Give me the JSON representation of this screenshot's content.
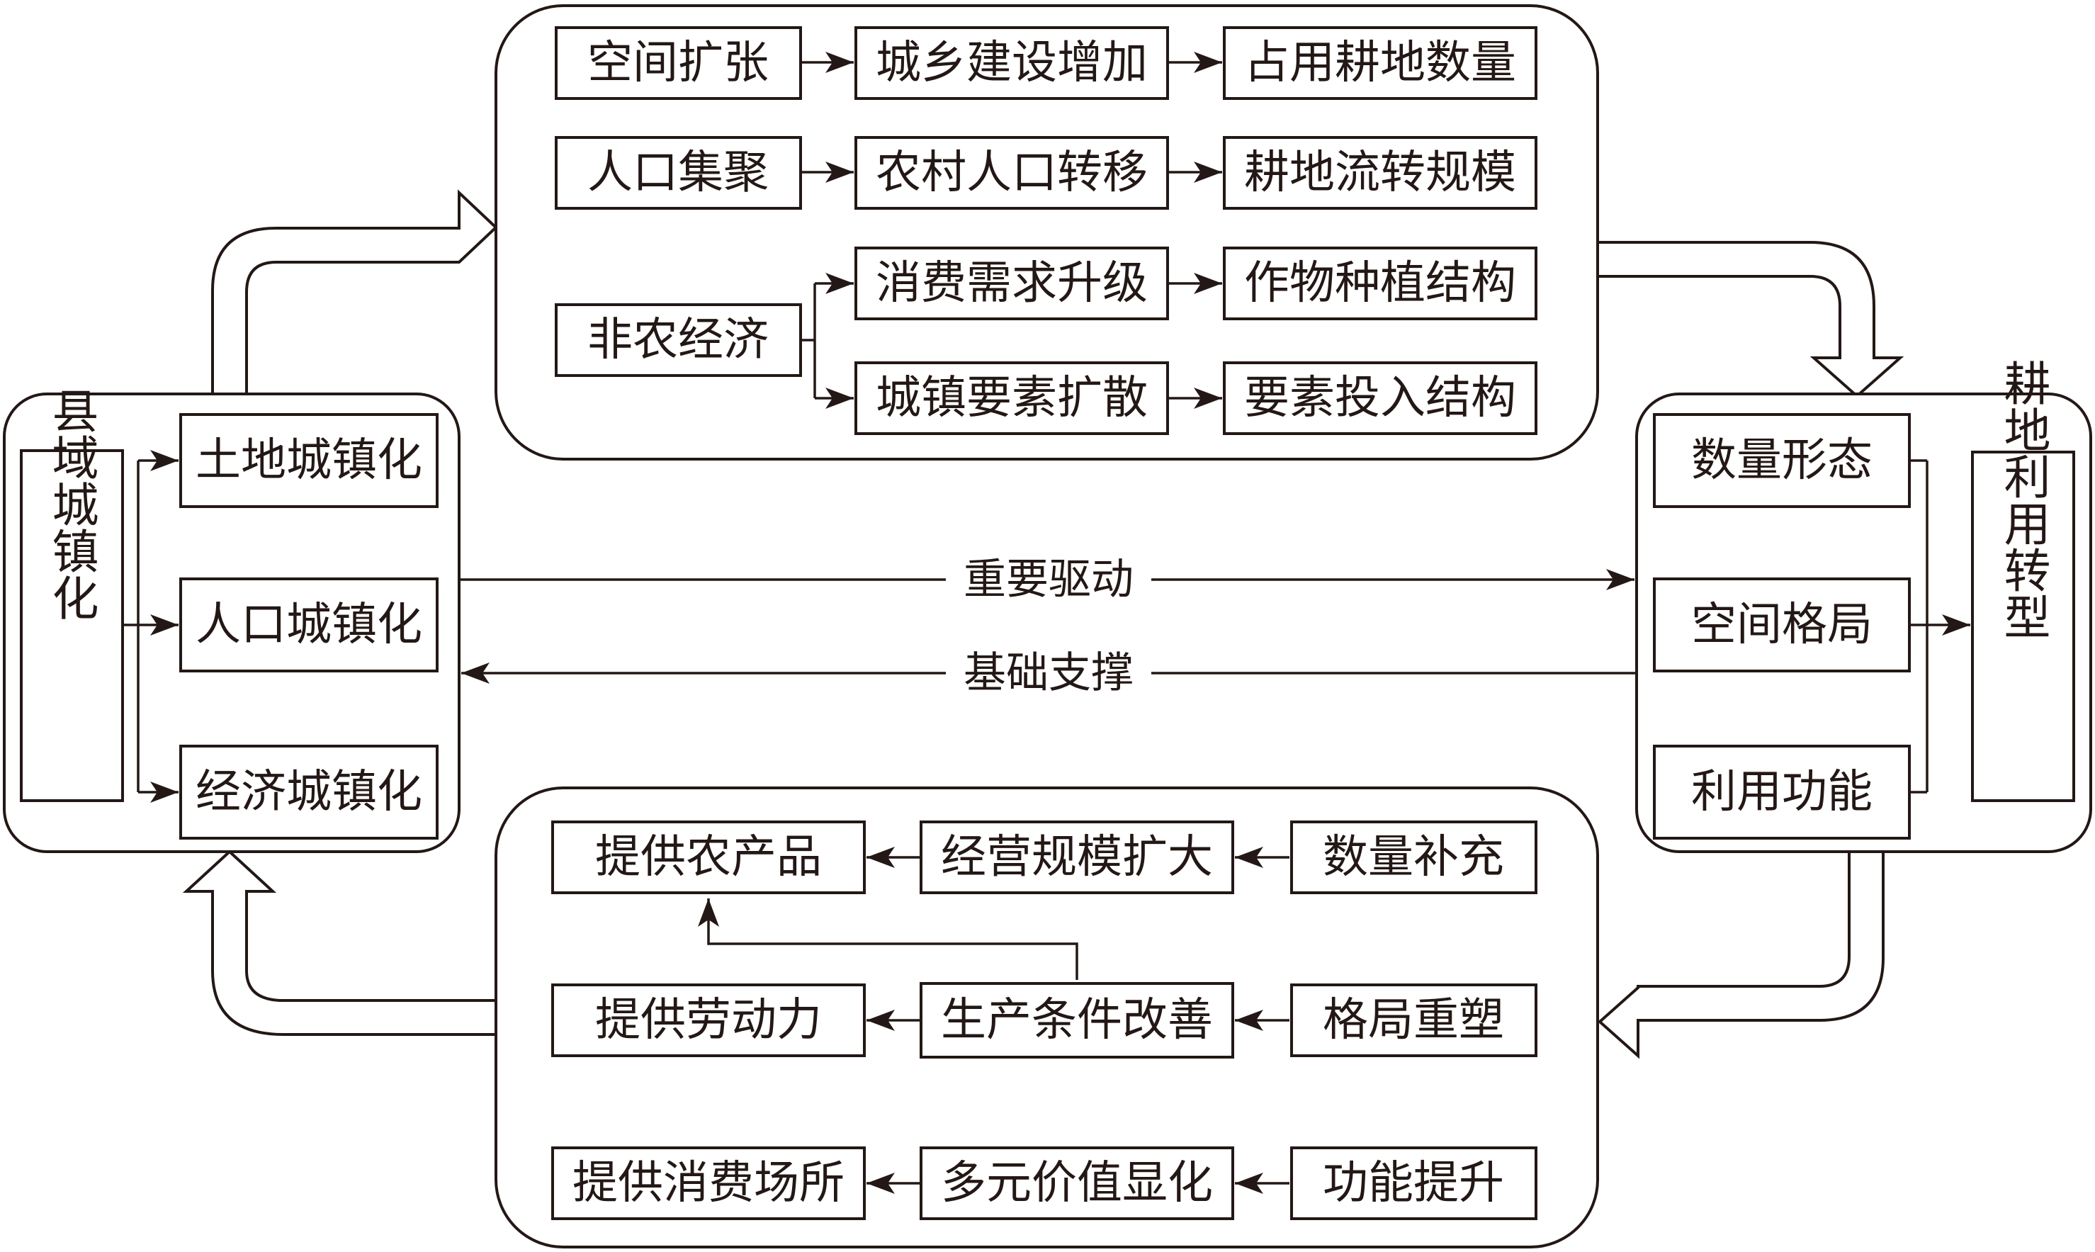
{
  "colors": {
    "ink": "#231815",
    "background": "#ffffff"
  },
  "top_group": {
    "rows": [
      {
        "source": "空间扩张",
        "middle": [
          "城乡建设增加"
        ],
        "results": [
          "占用耕地数量"
        ]
      },
      {
        "source": "人口集聚",
        "middle": [
          "农村人口转移"
        ],
        "results": [
          "耕地流转规模"
        ]
      },
      {
        "source": "非农经济",
        "middle": [
          "消费需求升级",
          "城镇要素扩散"
        ],
        "results": [
          "作物种植结构",
          "要素投入结构"
        ]
      }
    ]
  },
  "left_group": {
    "title": "县域城镇化",
    "items": [
      "土地城镇化",
      "人口城镇化",
      "经济城镇化"
    ]
  },
  "right_group": {
    "title": "耕地利用转型",
    "items": [
      "数量形态",
      "空间格局",
      "利用功能"
    ]
  },
  "center_links": {
    "forward": "重要驱动",
    "backward": "基础支撑"
  },
  "bottom_group": {
    "rows": [
      {
        "source": "数量补充",
        "middle": "经营规模扩大",
        "result": "提供农产品"
      },
      {
        "source": "格局重塑",
        "middle": "生产条件改善",
        "result": "提供劳动力"
      },
      {
        "source": "功能提升",
        "middle": "多元价值显化",
        "result": "提供消费场所"
      }
    ]
  }
}
